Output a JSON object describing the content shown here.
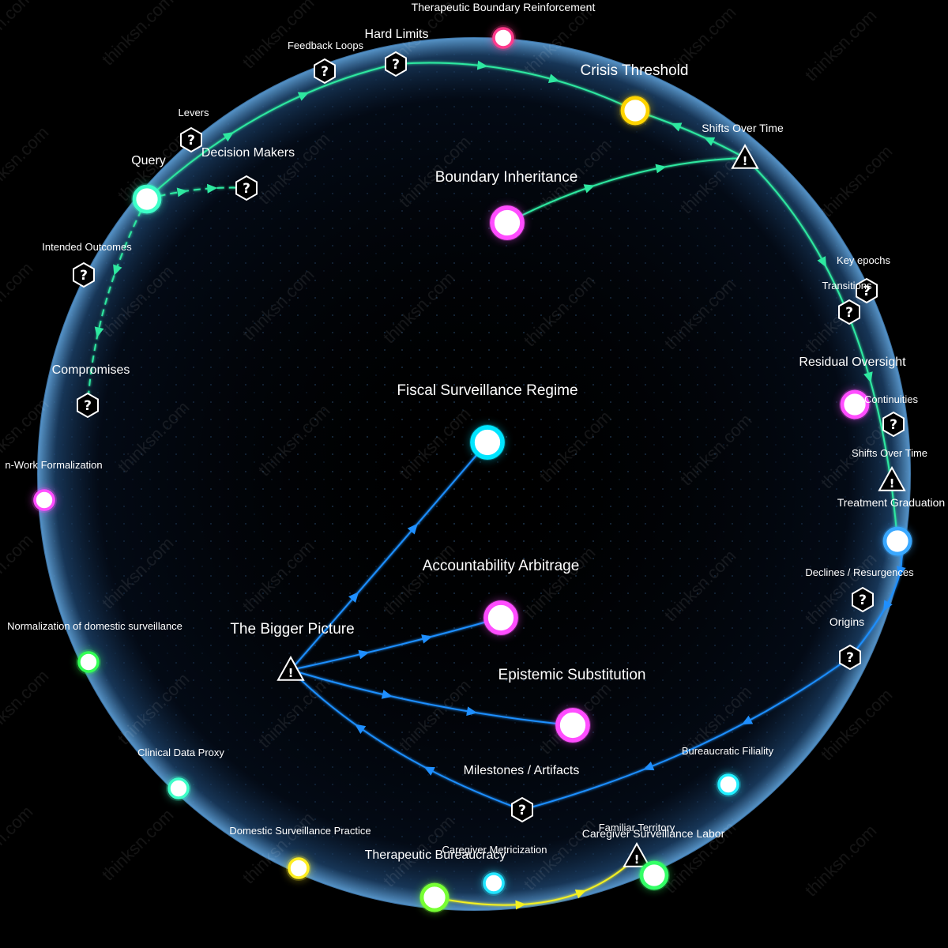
{
  "colors": {
    "green_edge": "#2ee8a0",
    "blue_edge": "#1f8fff",
    "yellow_edge": "#f4f020",
    "sphere_rim": "#4a90c8",
    "background": "#000000"
  },
  "watermark": "thinksn.com",
  "nodes": [
    {
      "id": "fiscal",
      "label": "Fiscal Surveillance Regime",
      "kind": "circle",
      "color": "#00e5ff",
      "size": "big"
    },
    {
      "id": "accountability",
      "label": "Accountability Arbitrage",
      "kind": "circle",
      "color": "#ff4dff",
      "size": "big"
    },
    {
      "id": "epistemic",
      "label": "Epistemic Substitution",
      "kind": "circle",
      "color": "#ff4dff",
      "size": "big"
    },
    {
      "id": "bigger",
      "label": "The Bigger Picture",
      "kind": "triangle"
    },
    {
      "id": "milestones",
      "label": "Milestones / Artifacts",
      "kind": "hex"
    },
    {
      "id": "boundary",
      "label": "Boundary Inheritance",
      "kind": "circle",
      "color": "#ff4dff",
      "size": "big"
    },
    {
      "id": "crisis",
      "label": "Crisis Threshold",
      "kind": "circle",
      "color": "#ffd400",
      "size": "med"
    },
    {
      "id": "therapeutic_boundary",
      "label": "Therapeutic Boundary Reinforcement",
      "kind": "circle",
      "color": "#ff3a8c",
      "size": "sm"
    },
    {
      "id": "hard_limits",
      "label": "Hard Limits",
      "kind": "hex"
    },
    {
      "id": "feedback",
      "label": "Feedback Loops",
      "kind": "hex"
    },
    {
      "id": "levers",
      "label": "Levers",
      "kind": "hex"
    },
    {
      "id": "query",
      "label": "Query",
      "kind": "circle",
      "color": "#3dffc8",
      "size": "med"
    },
    {
      "id": "decision",
      "label": "Decision Makers",
      "kind": "hex"
    },
    {
      "id": "intended",
      "label": "Intended Outcomes",
      "kind": "hex"
    },
    {
      "id": "compromises",
      "label": "Compromises",
      "kind": "hex"
    },
    {
      "id": "shifts_top",
      "label": "Shifts Over Time",
      "kind": "triangle"
    },
    {
      "id": "key_epochs",
      "label": "Key epochs",
      "kind": "hex"
    },
    {
      "id": "transitions",
      "label": "Transitions",
      "kind": "hex"
    },
    {
      "id": "residual",
      "label": "Residual Oversight",
      "kind": "circle",
      "color": "#ff4dff",
      "size": "med"
    },
    {
      "id": "continuities",
      "label": "Continuities",
      "kind": "hex"
    },
    {
      "id": "shifts_right",
      "label": "Shifts Over Time",
      "kind": "triangle"
    },
    {
      "id": "treatment",
      "label": "Treatment Graduation",
      "kind": "circle",
      "color": "#3aa8ff",
      "size": "med"
    },
    {
      "id": "declines",
      "label": "Declines / Resurgences",
      "kind": "hex"
    },
    {
      "id": "origins",
      "label": "Origins",
      "kind": "hex"
    },
    {
      "id": "work_formal",
      "label": "n-Work Formalization",
      "kind": "circle",
      "color": "#ff4dff",
      "size": "sm"
    },
    {
      "id": "normalization",
      "label": "Normalization of domestic surveillance",
      "kind": "circle",
      "color": "#33ff55",
      "size": "sm"
    },
    {
      "id": "clinical",
      "label": "Clinical Data Proxy",
      "kind": "circle",
      "color": "#3dffc8",
      "size": "sm"
    },
    {
      "id": "domestic",
      "label": "Domestic Surveillance Practice",
      "kind": "circle",
      "color": "#ffee22",
      "size": "sm"
    },
    {
      "id": "therapeutic_bureau",
      "label": "Therapeutic Bureaucracy",
      "kind": "circle",
      "color": "#77ff33",
      "size": "med"
    },
    {
      "id": "caregiver_metric",
      "label": "Caregiver Metricization",
      "kind": "circle",
      "color": "#22e5ff",
      "size": "sm"
    },
    {
      "id": "familiar",
      "label": "Familiar Territory",
      "kind": "triangle"
    },
    {
      "id": "caregiver_labor",
      "label": "Caregiver Surveillance Labor",
      "kind": "circle",
      "color": "#33ff66",
      "size": "med"
    },
    {
      "id": "bureaucratic",
      "label": "Bureaucratic Filiality",
      "kind": "circle",
      "color": "#22f0ff",
      "size": "sm"
    }
  ],
  "edges": [
    {
      "from": "bigger",
      "to": "fiscal",
      "color": "blue",
      "dashed": false
    },
    {
      "from": "bigger",
      "to": "accountability",
      "color": "blue",
      "dashed": false
    },
    {
      "from": "bigger",
      "to": "epistemic",
      "color": "blue",
      "dashed": false
    },
    {
      "from": "milestones",
      "to": "bigger",
      "color": "blue",
      "dashed": false
    },
    {
      "from": "origins",
      "to": "milestones",
      "color": "blue",
      "dashed": false
    },
    {
      "from": "query",
      "to": "hard_limits",
      "color": "green",
      "dashed": false
    },
    {
      "from": "hard_limits",
      "to": "crisis",
      "color": "green",
      "dashed": false
    },
    {
      "from": "query",
      "to": "decision",
      "color": "green",
      "dashed": true
    },
    {
      "from": "query",
      "to": "compromises",
      "color": "green",
      "dashed": true
    },
    {
      "from": "shifts_top",
      "to": "crisis",
      "color": "green",
      "dashed": false
    },
    {
      "from": "boundary",
      "to": "shifts_top",
      "color": "green",
      "dashed": false
    },
    {
      "from": "shifts_top",
      "to": "treatment",
      "color": "green",
      "dashed": false
    },
    {
      "from": "treatment",
      "to": "origins",
      "color": "blue",
      "dashed": false
    },
    {
      "from": "therapeutic_bureau",
      "to": "familiar",
      "color": "yellow",
      "dashed": false
    }
  ]
}
